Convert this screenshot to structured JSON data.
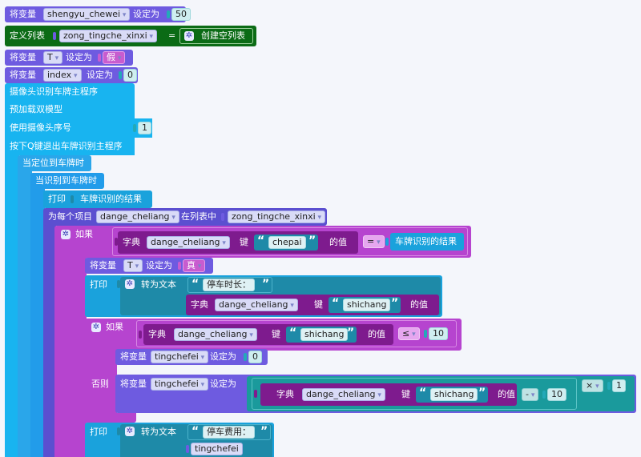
{
  "b1": {
    "set_label": "将变量",
    "var": "shengyu_chewei",
    "to_label": "设定为",
    "value": "50"
  },
  "b2": {
    "label": "定义列表",
    "var": "zong_tingche_xinxi",
    "eq": "=",
    "value": "创建空列表"
  },
  "b3": {
    "set_label": "将变量",
    "var": "T",
    "to_label": "设定为",
    "value": "假"
  },
  "b4": {
    "set_label": "将变量",
    "var": "index",
    "to_label": "设定为",
    "value": "0"
  },
  "b5": {
    "main": "摄像头识别车牌主程序",
    "preload": "预加载双模型",
    "use_cam": "使用摄像头序号",
    "cam_value": "1",
    "exit": "按下Q键退出车牌识别主程序"
  },
  "b6": {
    "label": "当定位到车牌时"
  },
  "b7": {
    "label": "当识别到车牌时"
  },
  "b8": {
    "label": "打印",
    "value": "车牌识别的结果"
  },
  "b9": {
    "label": "为每个项目",
    "var": "dange_cheliang",
    "in_label": "在列表中",
    "list": "zong_tingche_xinxi"
  },
  "b10": {
    "if_label": "如果",
    "dict_label": "字典",
    "var": "dange_cheliang",
    "key_label": "键",
    "key": "chepai",
    "of_label": "的值",
    "op": "=",
    "value": "车牌识别的结果"
  },
  "b11": {
    "set_label": "将变量",
    "var": "T",
    "to_label": "设定为",
    "value": "真"
  },
  "b12": {
    "print_label": "打印",
    "convert_label": "转为文本",
    "str": "停车时长：",
    "dict_label": "字典",
    "var": "dange_cheliang",
    "key_label": "键",
    "key": "shichang",
    "of_label": "的值"
  },
  "b13": {
    "if_label": "如果",
    "dict_label": "字典",
    "var": "dange_cheliang",
    "key_label": "键",
    "key": "shichang",
    "of_label": "的值",
    "op": "≤",
    "value": "10"
  },
  "b14": {
    "set_label": "将变量",
    "var": "tingchefei",
    "to_label": "设定为",
    "value": "0"
  },
  "b15": {
    "else_label": "否则",
    "set_label": "将变量",
    "var": "tingchefei",
    "to_label": "设定为",
    "dict_label": "字典",
    "var2": "dange_cheliang",
    "key_label": "键",
    "key": "shichang",
    "of_label": "的值",
    "op1": "-",
    "v1": "10",
    "op2": "×",
    "v2": "1"
  },
  "b16": {
    "print_label": "打印",
    "convert_label": "转为文本",
    "str": "停车费用：",
    "var": "tingchefei"
  },
  "colors": {
    "variable": "#6e5be0",
    "list": "#0b6b15",
    "logic": "#9a52d6",
    "module": "#18b4f0",
    "control": "#2b9fe8",
    "print": "#1aa2dc",
    "loop": "#5b4fd0",
    "if": "#b644cf",
    "dict": "#7e1b8e",
    "text": "#1e8aa8",
    "math": "#1a9a9c"
  },
  "icons": [
    "gear-icon",
    "quote-icon"
  ]
}
